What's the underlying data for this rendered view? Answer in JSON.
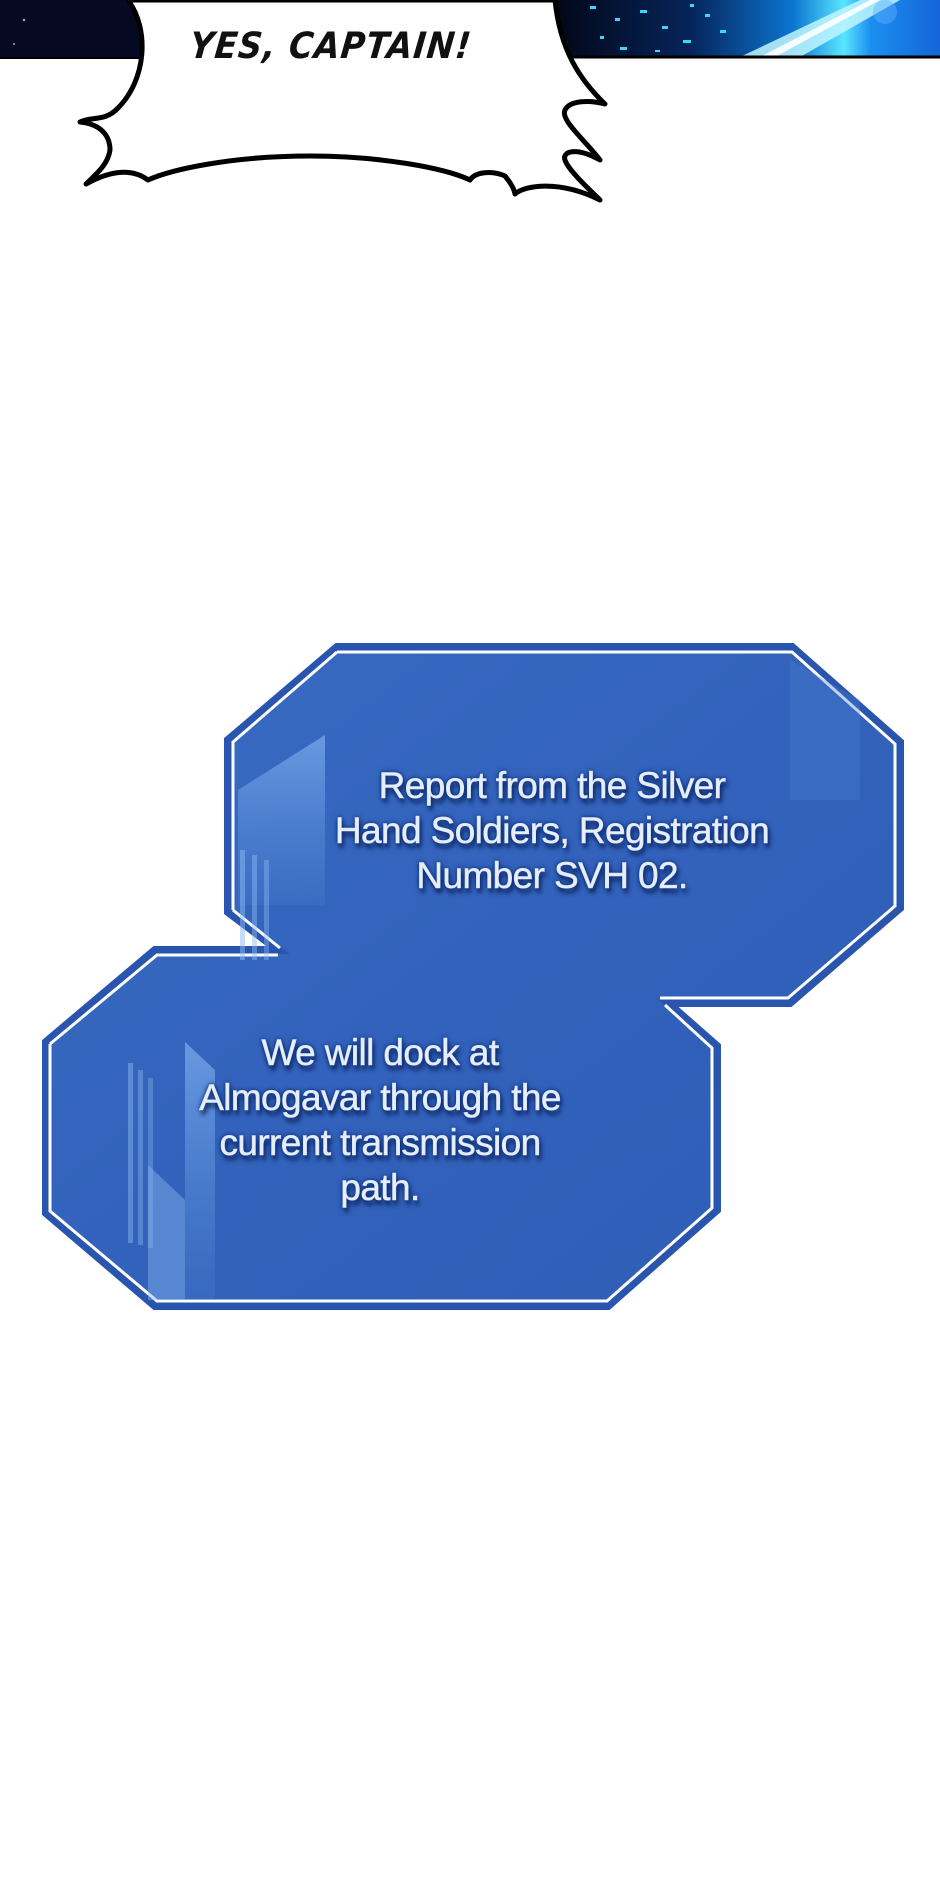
{
  "speech_bubble": {
    "text": "YES, CAPTAIN!"
  },
  "panels": [
    {
      "lines": [
        "Report from the Silver",
        "Hand Soldiers, Registration",
        "Number SVH 02."
      ]
    },
    {
      "lines": [
        "We will dock at",
        "Almogavar through the",
        "current transmission",
        "path."
      ]
    }
  ],
  "colors": {
    "panel_fill": "#3563bb",
    "panel_edge": "#2b55b0",
    "panel_highlight": "#ffffff",
    "space_dark": "#050a22",
    "space_glow": "#22c9f0",
    "bubble_outline": "#000000",
    "text": "#e6eefb"
  }
}
